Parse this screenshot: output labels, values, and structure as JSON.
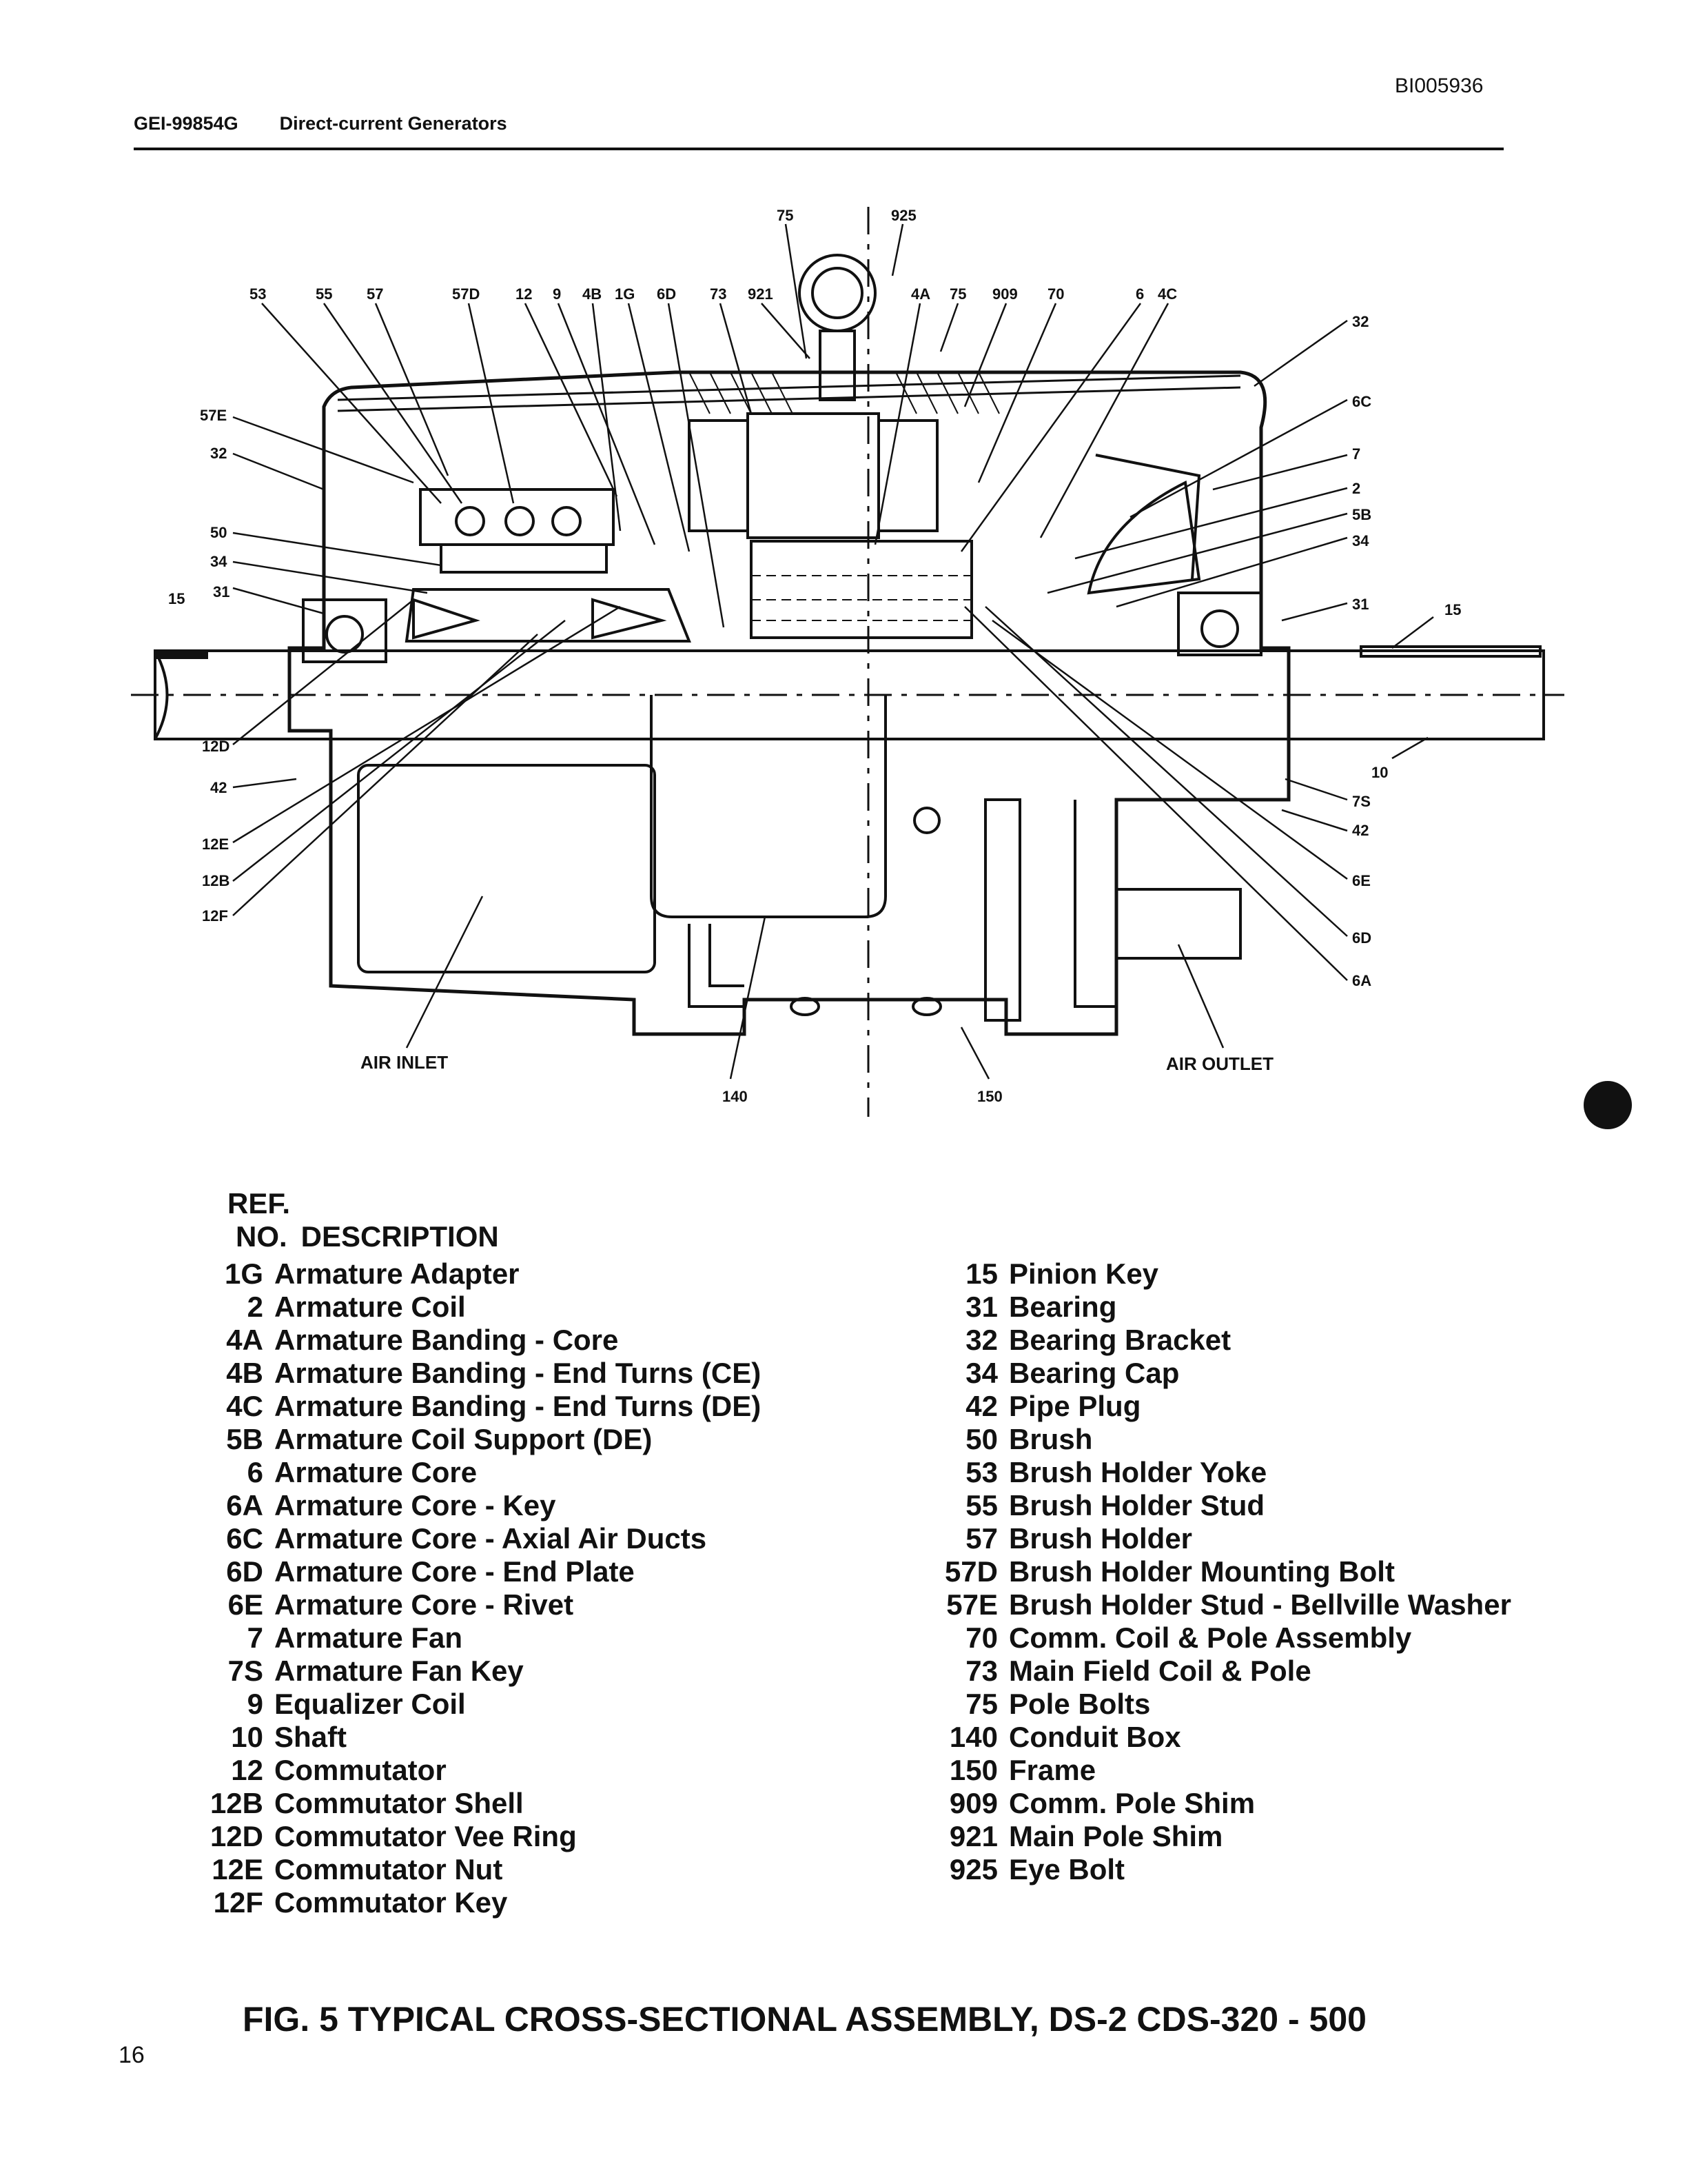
{
  "doc_id": "BI005936",
  "header": {
    "doc_number": "GEI-99854G",
    "doc_title": "Direct-current Generators"
  },
  "diagram": {
    "callouts_top": [
      "75",
      "925",
      "53",
      "55",
      "57",
      "57D",
      "12",
      "9",
      "4B",
      "1G",
      "6D",
      "73",
      "921",
      "4A",
      "75",
      "909",
      "70",
      "6",
      "4C"
    ],
    "callouts_left": [
      "57E",
      "32",
      "50",
      "34",
      "15",
      "31",
      "12D",
      "42",
      "12E",
      "12B",
      "12F"
    ],
    "callouts_right": [
      "32",
      "6C",
      "7",
      "2",
      "5B",
      "34",
      "31",
      "15",
      "10",
      "7S",
      "42",
      "6E",
      "6D",
      "6A"
    ],
    "callouts_bottom": [
      "AIR INLET",
      "140",
      "150",
      "AIR OUTLET"
    ]
  },
  "table": {
    "header_ref_line1": "REF.",
    "header_ref_line2": "NO.",
    "header_desc": "DESCRIPTION",
    "left": [
      {
        "ref": "1G",
        "desc": "Armature Adapter"
      },
      {
        "ref": "2",
        "desc": "Armature Coil"
      },
      {
        "ref": "4A",
        "desc": "Armature Banding - Core"
      },
      {
        "ref": "4B",
        "desc": "Armature Banding - End Turns (CE)"
      },
      {
        "ref": "4C",
        "desc": "Armature Banding - End Turns (DE)"
      },
      {
        "ref": "5B",
        "desc": "Armature Coil Support (DE)"
      },
      {
        "ref": "6",
        "desc": "Armature Core"
      },
      {
        "ref": "6A",
        "desc": "Armature Core - Key"
      },
      {
        "ref": "6C",
        "desc": "Armature Core - Axial Air Ducts"
      },
      {
        "ref": "6D",
        "desc": "Armature Core - End Plate"
      },
      {
        "ref": "6E",
        "desc": "Armature Core - Rivet"
      },
      {
        "ref": "7",
        "desc": "Armature Fan"
      },
      {
        "ref": "7S",
        "desc": "Armature Fan Key"
      },
      {
        "ref": "9",
        "desc": "Equalizer Coil"
      },
      {
        "ref": "10",
        "desc": "Shaft"
      },
      {
        "ref": "12",
        "desc": "Commutator"
      },
      {
        "ref": "12B",
        "desc": "Commutator Shell"
      },
      {
        "ref": "12D",
        "desc": "Commutator Vee Ring"
      },
      {
        "ref": "12E",
        "desc": "Commutator Nut"
      },
      {
        "ref": "12F",
        "desc": "Commutator Key"
      }
    ],
    "right": [
      {
        "ref": "15",
        "desc": "Pinion Key"
      },
      {
        "ref": "31",
        "desc": "Bearing"
      },
      {
        "ref": "32",
        "desc": "Bearing Bracket"
      },
      {
        "ref": "34",
        "desc": "Bearing Cap"
      },
      {
        "ref": "42",
        "desc": "Pipe Plug"
      },
      {
        "ref": "50",
        "desc": "Brush"
      },
      {
        "ref": "53",
        "desc": "Brush Holder Yoke"
      },
      {
        "ref": "55",
        "desc": "Brush Holder Stud"
      },
      {
        "ref": "57",
        "desc": "Brush Holder"
      },
      {
        "ref": "57D",
        "desc": "Brush Holder Mounting Bolt"
      },
      {
        "ref": "57E",
        "desc": "Brush Holder Stud - Bellville Washer"
      },
      {
        "ref": "70",
        "desc": "Comm. Coil & Pole Assembly"
      },
      {
        "ref": "73",
        "desc": "Main Field Coil & Pole"
      },
      {
        "ref": "75",
        "desc": "Pole Bolts"
      },
      {
        "ref": "140",
        "desc": "Conduit Box"
      },
      {
        "ref": "150",
        "desc": "Frame"
      },
      {
        "ref": "909",
        "desc": "Comm. Pole Shim"
      },
      {
        "ref": "921",
        "desc": "Main Pole Shim"
      },
      {
        "ref": "925",
        "desc": "Eye Bolt"
      }
    ]
  },
  "caption": "FIG. 5 TYPICAL CROSS-SECTIONAL ASSEMBLY, DS-2 CDS-320 - 500",
  "page_number": "16"
}
